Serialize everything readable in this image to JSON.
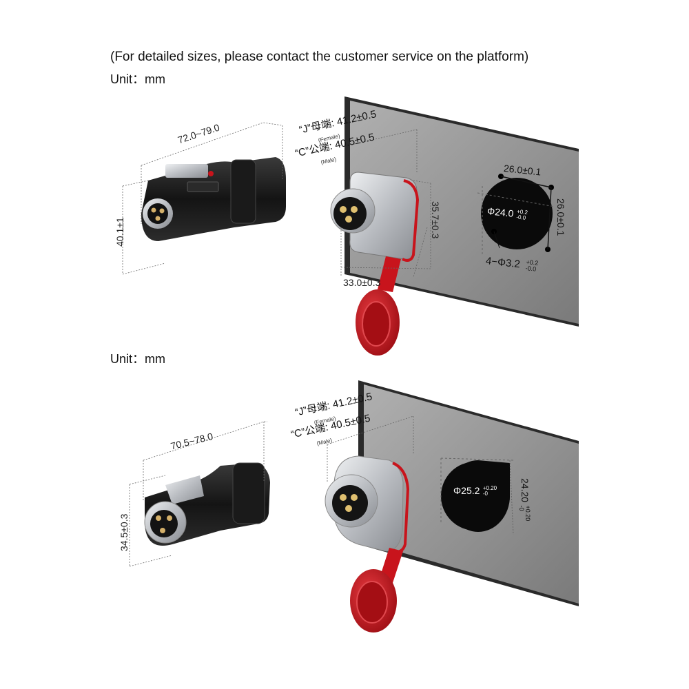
{
  "header": {
    "note": "(For detailed sizes, please contact the customer service on the platform)",
    "unit_top": "Unit：mm",
    "unit_bottom": "Unit：mm"
  },
  "top": {
    "plug_length": "72.0~79.0",
    "plug_height": "40.1±1",
    "female_label": "“J”母端",
    "female_sub": "(Female)",
    "female_value": ": 41.2±0.5",
    "male_label": "“C”公端",
    "male_sub": "(Male)",
    "male_value": ": 40.5±0.5",
    "socket_height": "35.7±0.3",
    "socket_width": "33.0±0.3",
    "hole_spacing_h": "26.0±0.1",
    "hole_spacing_v": "26.0±0.1",
    "hole_diameter": "Φ24.0",
    "hole_diameter_tol_plus": "+0.2",
    "hole_diameter_tol_minus": "-0.0",
    "mount_holes": "4−Φ3.2",
    "mount_tol_plus": "+0.2",
    "mount_tol_minus": "-0.0"
  },
  "bottom": {
    "plug_length": "70.5~78.0",
    "plug_height": "34.5±0.3",
    "female_label": "“J”母端",
    "female_sub": "(Female)",
    "female_value": ": 41.2±0.5",
    "male_label": "“C”公端",
    "male_sub": "(Male)",
    "male_value": ": 40.5±0.5",
    "hole_diameter": "Φ25.2",
    "hole_diameter_tol_plus": "+0.20",
    "hole_diameter_tol_minus": "-0",
    "flat_height": "24.20",
    "flat_tol_plus": "+0.20",
    "flat_tol_minus": "-0"
  },
  "colors": {
    "panel": "#9a9a9a",
    "panel_edge": "#2b2b2b",
    "cap_red": "#c8141c",
    "metal": "#c9ccd0",
    "plug_black": "#1f1f1f"
  }
}
